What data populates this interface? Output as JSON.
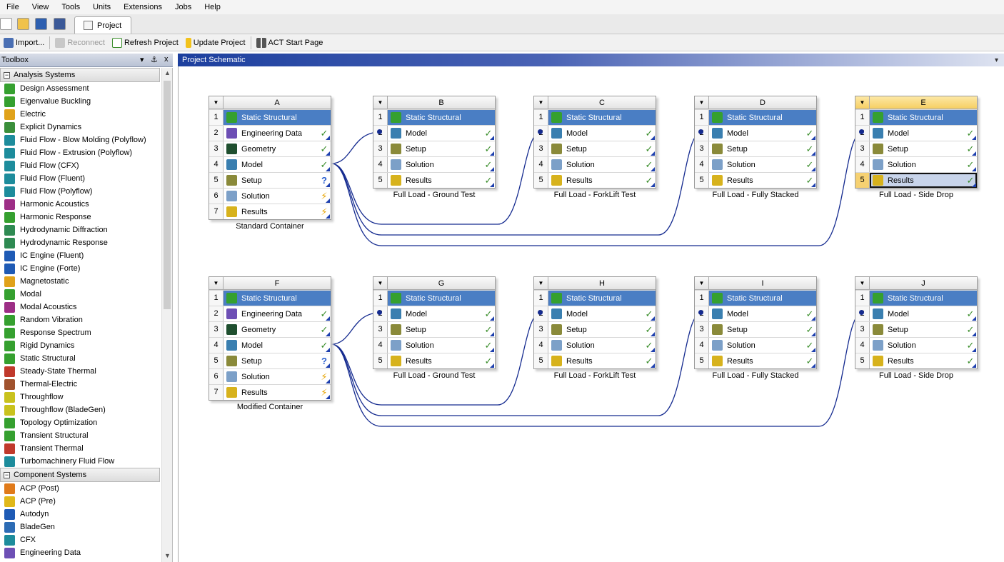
{
  "menu": [
    "File",
    "View",
    "Tools",
    "Units",
    "Extensions",
    "Jobs",
    "Help"
  ],
  "tab": {
    "label": "Project"
  },
  "toolbar": {
    "import": "Import...",
    "reconnect": "Reconnect",
    "refresh": "Refresh Project",
    "update": "Update Project",
    "act": "ACT Start Page"
  },
  "toolbox": {
    "title": "Toolbox",
    "pin": "⚓",
    "close": "x",
    "groups": [
      {
        "label": "Analysis Systems",
        "toggle": "−",
        "items": [
          {
            "label": "Design Assessment",
            "color": "#35a02f"
          },
          {
            "label": "Eigenvalue Buckling",
            "color": "#35a02f"
          },
          {
            "label": "Electric",
            "color": "#e0a21a"
          },
          {
            "label": "Explicit Dynamics",
            "color": "#3b8f3b"
          },
          {
            "label": "Fluid Flow - Blow Molding (Polyflow)",
            "color": "#1d8c9c"
          },
          {
            "label": "Fluid Flow - Extrusion (Polyflow)",
            "color": "#1d8c9c"
          },
          {
            "label": "Fluid Flow (CFX)",
            "color": "#1d8c9c"
          },
          {
            "label": "Fluid Flow (Fluent)",
            "color": "#1d8c9c"
          },
          {
            "label": "Fluid Flow (Polyflow)",
            "color": "#1d8c9c"
          },
          {
            "label": "Harmonic Acoustics",
            "color": "#9d2e86"
          },
          {
            "label": "Harmonic Response",
            "color": "#35a02f"
          },
          {
            "label": "Hydrodynamic Diffraction",
            "color": "#2e8a52"
          },
          {
            "label": "Hydrodynamic Response",
            "color": "#2e8a52"
          },
          {
            "label": "IC Engine (Fluent)",
            "color": "#1e5ab5"
          },
          {
            "label": "IC Engine (Forte)",
            "color": "#1e5ab5"
          },
          {
            "label": "Magnetostatic",
            "color": "#e0a21a"
          },
          {
            "label": "Modal",
            "color": "#35a02f"
          },
          {
            "label": "Modal Acoustics",
            "color": "#9d2e86"
          },
          {
            "label": "Random Vibration",
            "color": "#35a02f"
          },
          {
            "label": "Response Spectrum",
            "color": "#35a02f"
          },
          {
            "label": "Rigid Dynamics",
            "color": "#35a02f"
          },
          {
            "label": "Static Structural",
            "color": "#35a02f"
          },
          {
            "label": "Steady-State Thermal",
            "color": "#c0392b"
          },
          {
            "label": "Thermal-Electric",
            "color": "#a0522d"
          },
          {
            "label": "Throughflow",
            "color": "#c9c21d"
          },
          {
            "label": "Throughflow (BladeGen)",
            "color": "#c9c21d"
          },
          {
            "label": "Topology Optimization",
            "color": "#35a02f"
          },
          {
            "label": "Transient Structural",
            "color": "#35a02f"
          },
          {
            "label": "Transient Thermal",
            "color": "#c0392b"
          },
          {
            "label": "Turbomachinery Fluid Flow",
            "color": "#1d8c9c"
          }
        ]
      },
      {
        "label": "Component Systems",
        "toggle": "−",
        "items": [
          {
            "label": "ACP (Post)",
            "color": "#e07a1a"
          },
          {
            "label": "ACP (Pre)",
            "color": "#e0b81a"
          },
          {
            "label": "Autodyn",
            "color": "#1e5ab5"
          },
          {
            "label": "BladeGen",
            "color": "#2d6cb5"
          },
          {
            "label": "CFX",
            "color": "#1d8c9c"
          },
          {
            "label": "Engineering Data",
            "color": "#6d4fb5"
          }
        ]
      }
    ]
  },
  "schematic": {
    "title": "Project Schematic",
    "dropdown": "▾",
    "systems": [
      {
        "letter": "A",
        "caption": "Standard Container",
        "highlight": false,
        "rows": [
          {
            "num": "1",
            "label": "Static Structural",
            "status": "",
            "icon": "#35a02f"
          },
          {
            "num": "2",
            "label": "Engineering Data",
            "status": "✓",
            "icon": "#6d4fb5"
          },
          {
            "num": "3",
            "label": "Geometry",
            "status": "✓",
            "icon": "#1f4f2f"
          },
          {
            "num": "4",
            "label": "Model",
            "status": "✓",
            "icon": "#3a7fb0"
          },
          {
            "num": "5",
            "label": "Setup",
            "status": "?",
            "icon": "#8a8a3a"
          },
          {
            "num": "6",
            "label": "Solution",
            "status": "⚡",
            "icon": "#7ca0c8"
          },
          {
            "num": "7",
            "label": "Results",
            "status": "⚡",
            "icon": "#d7b21c"
          }
        ]
      },
      {
        "letter": "B",
        "caption": "Full Load - Ground Test",
        "highlight": false,
        "rows": [
          {
            "num": "1",
            "label": "Static Structural",
            "status": "",
            "icon": "#35a02f"
          },
          {
            "num": "2",
            "label": "Model",
            "status": "✓",
            "icon": "#3a7fb0"
          },
          {
            "num": "3",
            "label": "Setup",
            "status": "✓",
            "icon": "#8a8a3a"
          },
          {
            "num": "4",
            "label": "Solution",
            "status": "✓",
            "icon": "#7ca0c8"
          },
          {
            "num": "5",
            "label": "Results",
            "status": "✓",
            "icon": "#d7b21c"
          }
        ]
      },
      {
        "letter": "C",
        "caption": "Full Load - ForkLift Test",
        "highlight": false,
        "rows": [
          {
            "num": "1",
            "label": "Static Structural",
            "status": "",
            "icon": "#35a02f"
          },
          {
            "num": "2",
            "label": "Model",
            "status": "✓",
            "icon": "#3a7fb0"
          },
          {
            "num": "3",
            "label": "Setup",
            "status": "✓",
            "icon": "#8a8a3a"
          },
          {
            "num": "4",
            "label": "Solution",
            "status": "✓",
            "icon": "#7ca0c8"
          },
          {
            "num": "5",
            "label": "Results",
            "status": "✓",
            "icon": "#d7b21c"
          }
        ]
      },
      {
        "letter": "D",
        "caption": "Full Load - Fully Stacked",
        "highlight": false,
        "rows": [
          {
            "num": "1",
            "label": "Static Structural",
            "status": "",
            "icon": "#35a02f"
          },
          {
            "num": "2",
            "label": "Model",
            "status": "✓",
            "icon": "#3a7fb0"
          },
          {
            "num": "3",
            "label": "Setup",
            "status": "✓",
            "icon": "#8a8a3a"
          },
          {
            "num": "4",
            "label": "Solution",
            "status": "✓",
            "icon": "#7ca0c8"
          },
          {
            "num": "5",
            "label": "Results",
            "status": "✓",
            "icon": "#d7b21c"
          }
        ]
      },
      {
        "letter": "E",
        "caption": "Full Load - Side Drop",
        "highlight": true,
        "rows": [
          {
            "num": "1",
            "label": "Static Structural",
            "status": "",
            "icon": "#35a02f"
          },
          {
            "num": "2",
            "label": "Model",
            "status": "✓",
            "icon": "#3a7fb0"
          },
          {
            "num": "3",
            "label": "Setup",
            "status": "✓",
            "icon": "#8a8a3a"
          },
          {
            "num": "4",
            "label": "Solution",
            "status": "✓",
            "icon": "#7ca0c8"
          },
          {
            "num": "5",
            "label": "Results",
            "status": "✓",
            "icon": "#d7b21c",
            "selected": true
          }
        ]
      },
      {
        "letter": "F",
        "caption": "Modified Container",
        "highlight": false,
        "rows": [
          {
            "num": "1",
            "label": "Static Structural",
            "status": "",
            "icon": "#35a02f"
          },
          {
            "num": "2",
            "label": "Engineering Data",
            "status": "✓",
            "icon": "#6d4fb5"
          },
          {
            "num": "3",
            "label": "Geometry",
            "status": "✓",
            "icon": "#1f4f2f"
          },
          {
            "num": "4",
            "label": "Model",
            "status": "✓",
            "icon": "#3a7fb0"
          },
          {
            "num": "5",
            "label": "Setup",
            "status": "?",
            "icon": "#8a8a3a"
          },
          {
            "num": "6",
            "label": "Solution",
            "status": "⚡",
            "icon": "#7ca0c8"
          },
          {
            "num": "7",
            "label": "Results",
            "status": "⚡",
            "icon": "#d7b21c"
          }
        ]
      },
      {
        "letter": "G",
        "caption": "Full Load - Ground Test",
        "highlight": false,
        "rows": [
          {
            "num": "1",
            "label": "Static Structural",
            "status": "",
            "icon": "#35a02f"
          },
          {
            "num": "2",
            "label": "Model",
            "status": "✓",
            "icon": "#3a7fb0"
          },
          {
            "num": "3",
            "label": "Setup",
            "status": "✓",
            "icon": "#8a8a3a"
          },
          {
            "num": "4",
            "label": "Solution",
            "status": "✓",
            "icon": "#7ca0c8"
          },
          {
            "num": "5",
            "label": "Results",
            "status": "✓",
            "icon": "#d7b21c"
          }
        ]
      },
      {
        "letter": "H",
        "caption": "Full Load - ForkLift Test",
        "highlight": false,
        "rows": [
          {
            "num": "1",
            "label": "Static Structural",
            "status": "",
            "icon": "#35a02f"
          },
          {
            "num": "2",
            "label": "Model",
            "status": "✓",
            "icon": "#3a7fb0"
          },
          {
            "num": "3",
            "label": "Setup",
            "status": "✓",
            "icon": "#8a8a3a"
          },
          {
            "num": "4",
            "label": "Solution",
            "status": "✓",
            "icon": "#7ca0c8"
          },
          {
            "num": "5",
            "label": "Results",
            "status": "✓",
            "icon": "#d7b21c"
          }
        ]
      },
      {
        "letter": "I",
        "caption": "Full Load - Fully Stacked",
        "highlight": false,
        "rows": [
          {
            "num": "1",
            "label": "Static Structural",
            "status": "",
            "icon": "#35a02f"
          },
          {
            "num": "2",
            "label": "Model",
            "status": "✓",
            "icon": "#3a7fb0"
          },
          {
            "num": "3",
            "label": "Setup",
            "status": "✓",
            "icon": "#8a8a3a"
          },
          {
            "num": "4",
            "label": "Solution",
            "status": "✓",
            "icon": "#7ca0c8"
          },
          {
            "num": "5",
            "label": "Results",
            "status": "✓",
            "icon": "#d7b21c"
          }
        ]
      },
      {
        "letter": "J",
        "caption": "Full Load - Side Drop",
        "highlight": false,
        "rows": [
          {
            "num": "1",
            "label": "Static Structural",
            "status": "",
            "icon": "#35a02f"
          },
          {
            "num": "2",
            "label": "Model",
            "status": "✓",
            "icon": "#3a7fb0"
          },
          {
            "num": "3",
            "label": "Setup",
            "status": "✓",
            "icon": "#8a8a3a"
          },
          {
            "num": "4",
            "label": "Solution",
            "status": "✓",
            "icon": "#7ca0c8"
          },
          {
            "num": "5",
            "label": "Results",
            "status": "✓",
            "icon": "#d7b21c"
          }
        ]
      }
    ]
  }
}
